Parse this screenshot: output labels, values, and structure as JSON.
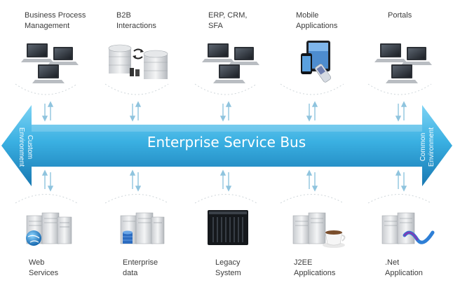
{
  "bus": {
    "title": "Enterprise Service Bus",
    "left_label": "Custom\nEnvironment",
    "right_label": "Common\nEnvironment"
  },
  "top_nodes": [
    {
      "label": "Business Process\nManagement",
      "icon": "laptops-icon"
    },
    {
      "label": "B2B\nInteractions",
      "icon": "database-exchange-icon"
    },
    {
      "label": "ERP, CRM,\nSFA",
      "icon": "laptops-icon"
    },
    {
      "label": "Mobile\nApplications",
      "icon": "mobile-devices-icon"
    },
    {
      "label": "Portals",
      "icon": "laptops-icon"
    }
  ],
  "bottom_nodes": [
    {
      "label": "Web\nServices",
      "icon": "web-server-icon"
    },
    {
      "label": "Enterprise\ndata",
      "icon": "database-server-icon"
    },
    {
      "label": "Legacy\nSystem",
      "icon": "mainframe-icon"
    },
    {
      "label": "J2EE\nApplications",
      "icon": "java-server-icon"
    },
    {
      "label": ".Net\nApplication",
      "icon": "dotnet-server-icon"
    }
  ],
  "colors": {
    "bus_light": "#5cc3ec",
    "bus_dark": "#1a7fb8",
    "connector": "#8fc4de",
    "dash": "#cfd6da"
  }
}
